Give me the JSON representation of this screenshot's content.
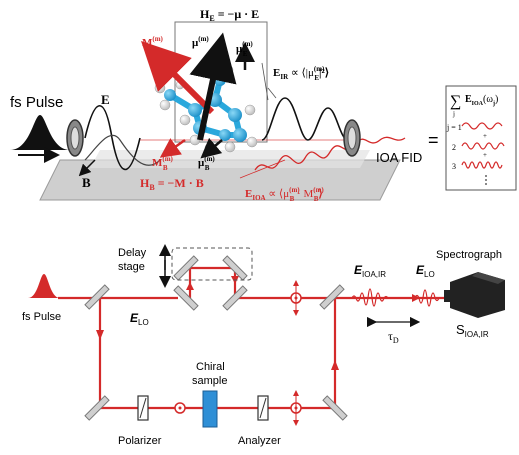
{
  "top": {
    "h_e_eq": "H",
    "h_e_sub": "E",
    "h_e_rhs": " = −μ · E",
    "m_label": "M",
    "m_sup": "(m)",
    "mu_label": "μ",
    "mu_sup": "(m)",
    "mu_e_label": "μ",
    "mu_e_sub": "E",
    "mu_e_sup": "(m)",
    "eir_label": "E",
    "eir_sub": "IR",
    "eir_rhs": " ∝ ⟨|μ",
    "eir_rhs_sub": "E",
    "eir_rhs_sup": "(m)",
    "eir_rhs_end": "|²⟩",
    "fs_pulse": "fs Pulse",
    "e_field": "E",
    "b_field": "B",
    "mb_label": "M",
    "mb_sub": "B",
    "mb_sup": "(m)",
    "mub_label": "μ",
    "mub_sub": "B",
    "mub_sup": "(m)",
    "h_b_lhs": "H",
    "h_b_sub": "B",
    "h_b_rhs": " = −M · B",
    "eioa_label": "E",
    "eioa_sub": "IOA",
    "eioa_rhs": " ∝ ⟨μ",
    "eioa_mu_sub": "B",
    "eioa_mu_sup": "(m)",
    "eioa_dot": " · M",
    "eioa_m_sub": "B",
    "eioa_m_sup": "(m)",
    "eioa_end": "⟩",
    "ioa_fid": "IOA FID",
    "equals": "=",
    "sum_symbol": "∑",
    "sum_index": "j",
    "sum_term": "E",
    "sum_term_sub": "IOA",
    "sum_term_arg": "(ω",
    "sum_term_arg_sub": "j",
    "sum_term_arg_end": ")",
    "j_eq_1": "j = 1",
    "j_2": "2",
    "j_3": "3",
    "plus": "+"
  },
  "bottom": {
    "delay_stage_line1": "Delay",
    "delay_stage_line2": "stage",
    "spectrograph": "Spectrograph",
    "fs_pulse": "fs Pulse",
    "e_lo_left": "E",
    "e_lo_left_sub": "LO",
    "e_ioa_ir": "E",
    "e_ioa_ir_sub": "IOA,IR",
    "e_lo_right": "E",
    "e_lo_right_sub": "LO",
    "tau": "τ",
    "tau_sub": "D",
    "s_ioa_ir": "S",
    "s_ioa_ir_sub": "IOA,IR",
    "chiral_line1": "Chiral",
    "chiral_line2": "sample",
    "polarizer": "Polarizer",
    "analyzer": "Analyzer"
  },
  "colors": {
    "beam_red": "#d42a2a",
    "label_red": "#d42a2a",
    "molecule_blue": "#2aa8dc",
    "sample_blue": "#2f8fd6",
    "spectrograph_black": "#222222"
  }
}
